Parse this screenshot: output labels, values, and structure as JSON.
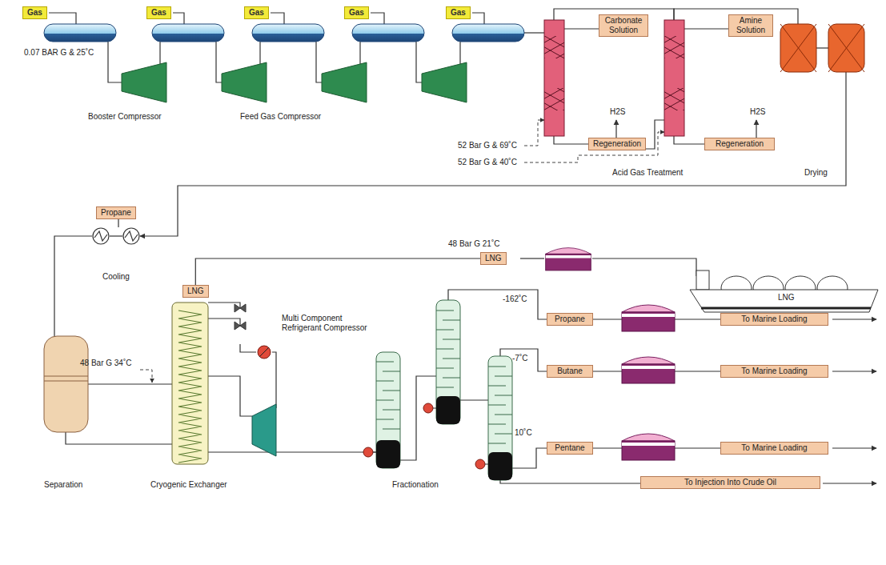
{
  "diagram": {
    "nodes": [
      {
        "text": [
          "Gas"
        ]
      },
      {
        "text": [
          "Gas"
        ]
      },
      {
        "text": [
          "Gas"
        ]
      },
      {
        "text": [
          "Gas"
        ]
      },
      {
        "text": [
          "Gas"
        ]
      },
      {
        "text": [
          "Carbonate Solution"
        ]
      },
      {
        "text": [
          "Amine Solution"
        ]
      },
      {
        "text": [
          "Regeneration"
        ]
      },
      {
        "text": [
          "Regeneration"
        ]
      },
      {
        "text": [
          "Propane"
        ]
      },
      {
        "text": [
          "LNG"
        ]
      },
      {
        "text": [
          "LNG"
        ]
      },
      {
        "text": [
          "Propane"
        ]
      },
      {
        "text": [
          "To Marine Loading"
        ]
      },
      {
        "text": [
          "Butane"
        ]
      },
      {
        "text": [
          "To Marine Loading"
        ]
      },
      {
        "text": [
          "Pentane"
        ]
      },
      {
        "text": [
          "To Marine Loading"
        ]
      },
      {
        "text": [
          "To Injection Into Crude Oil"
        ]
      }
    ],
    "edges": [
      {
        "from": 11,
        "to": 10,
        "arrow": "none"
      },
      {
        "from": 12,
        "to": 13,
        "arrow": "none"
      },
      {
        "from": 14,
        "to": 15,
        "arrow": "none"
      },
      {
        "from": 16,
        "to": 17,
        "arrow": "none"
      }
    ],
    "labels": [
      "0.07 BAR G & 25˚C",
      "Booster Compressor",
      "Feed Gas Compressor",
      "52 Bar G & 69˚C",
      "52 Bar G & 40˚C",
      "H2S",
      "H2S",
      "Acid Gas Treatment",
      "Drying",
      "Cooling",
      "48 Bar G 21˚C",
      "LNG",
      "Multi Component Refrigerant Compressor",
      "48 Bar G 34˚C",
      "-162˚C",
      "-7˚C",
      "10˚C",
      "Separation",
      "Cryogenic Exchanger",
      "Fractionation"
    ]
  }
}
